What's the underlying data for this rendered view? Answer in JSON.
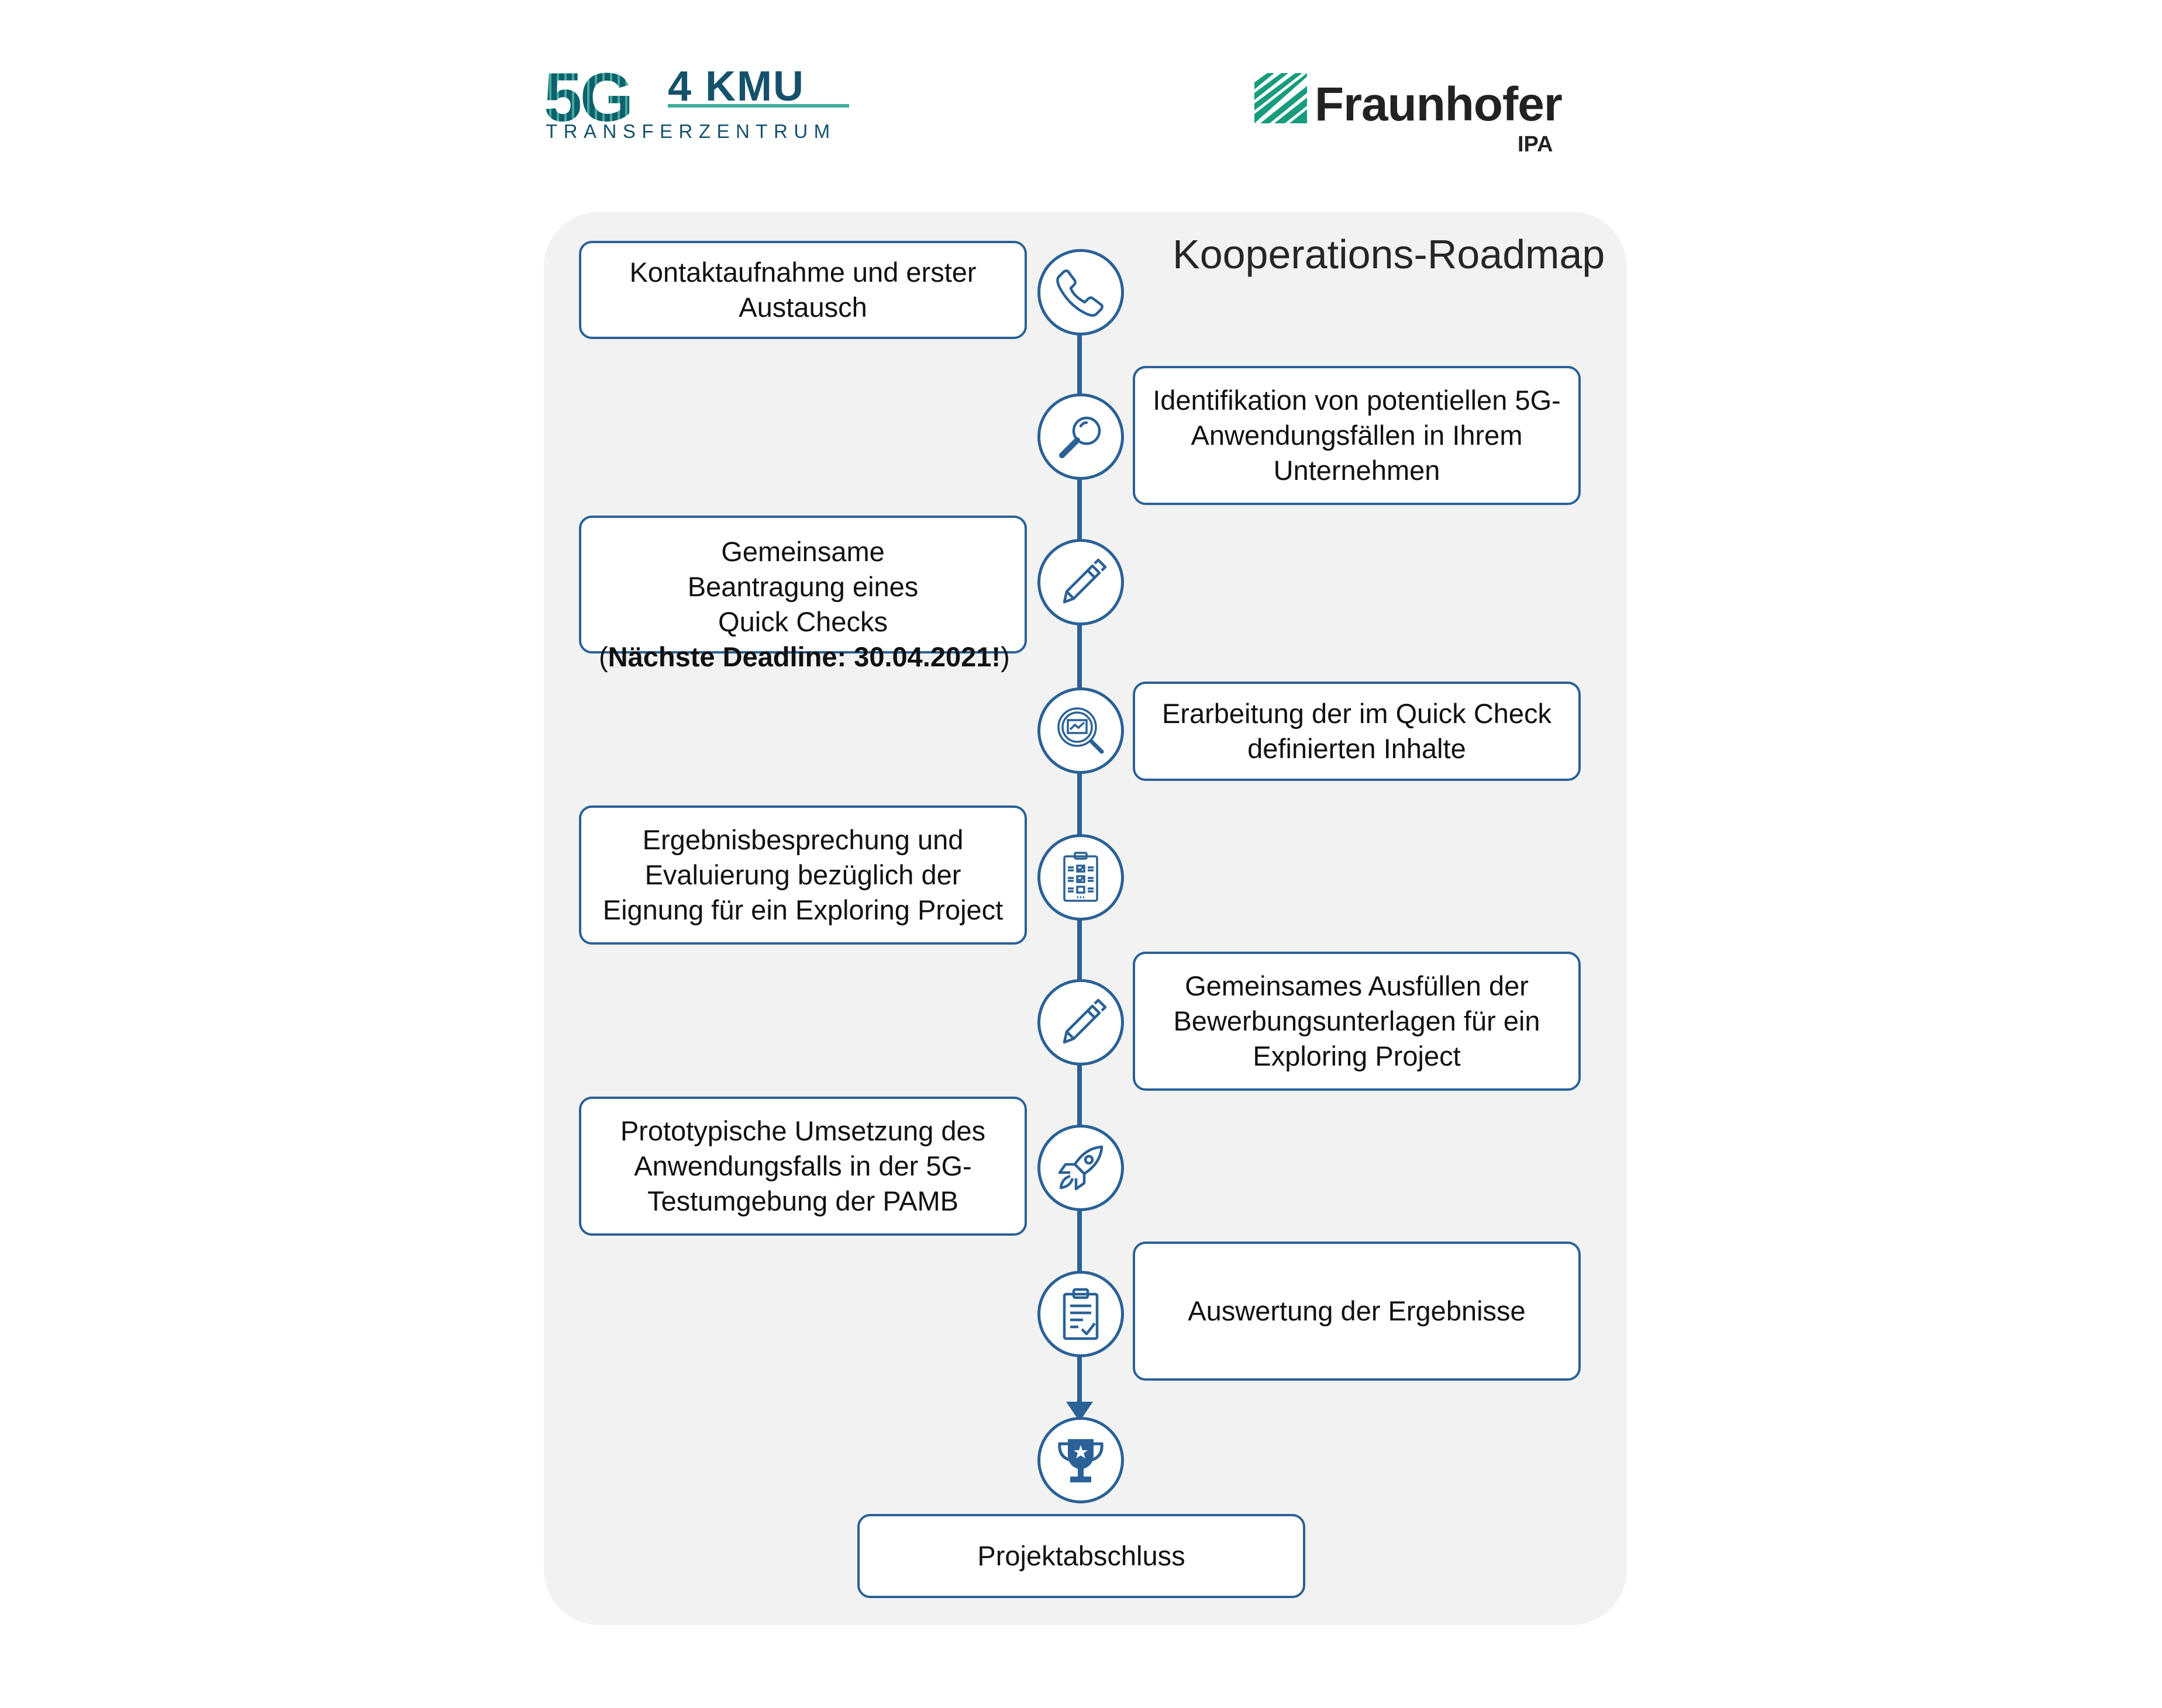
{
  "header": {
    "logo_left": {
      "main": "5G",
      "suffix": "4 KMU",
      "subtitle": "TRANSFERZENTRUM"
    },
    "logo_right": {
      "name": "Fraunhofer",
      "sub": "IPA"
    }
  },
  "roadmap": {
    "title": "Kooperations-Roadmap",
    "colors": {
      "accent": "#2a6196",
      "panel": "#f2f2f2"
    },
    "steps": [
      {
        "icon": "phone-icon",
        "text": "Kontaktaufnahme und erster Austausch"
      },
      {
        "icon": "magnifier-icon",
        "text": "Identifikation von potentiellen 5G-Anwendungsfällen in Ihrem Unternehmen"
      },
      {
        "icon": "pen-icon",
        "text": "Gemeinsame Beantragung eines Quick Checks",
        "open": "(",
        "highlight": "Nächste Deadline: 30.04.2021!",
        "close": ")"
      },
      {
        "icon": "analysis-icon",
        "text": "Erarbeitung der im Quick Check definierten Inhalte"
      },
      {
        "icon": "checklist-icon",
        "text": "Ergebnisbesprechung und Evaluierung bezüglich der Eignung für ein Exploring Project"
      },
      {
        "icon": "pen-icon",
        "text": "Gemeinsames Ausfüllen der Bewerbungsunterlagen für ein Exploring Project"
      },
      {
        "icon": "rocket-icon",
        "text": "Prototypische Umsetzung des Anwendungsfalls in der 5G-Testumgebung der PAMB"
      },
      {
        "icon": "clipboard-check-icon",
        "text": "Auswertung der Ergebnisse"
      }
    ],
    "final": {
      "icon": "trophy-icon",
      "text": "Projektabschluss"
    }
  }
}
